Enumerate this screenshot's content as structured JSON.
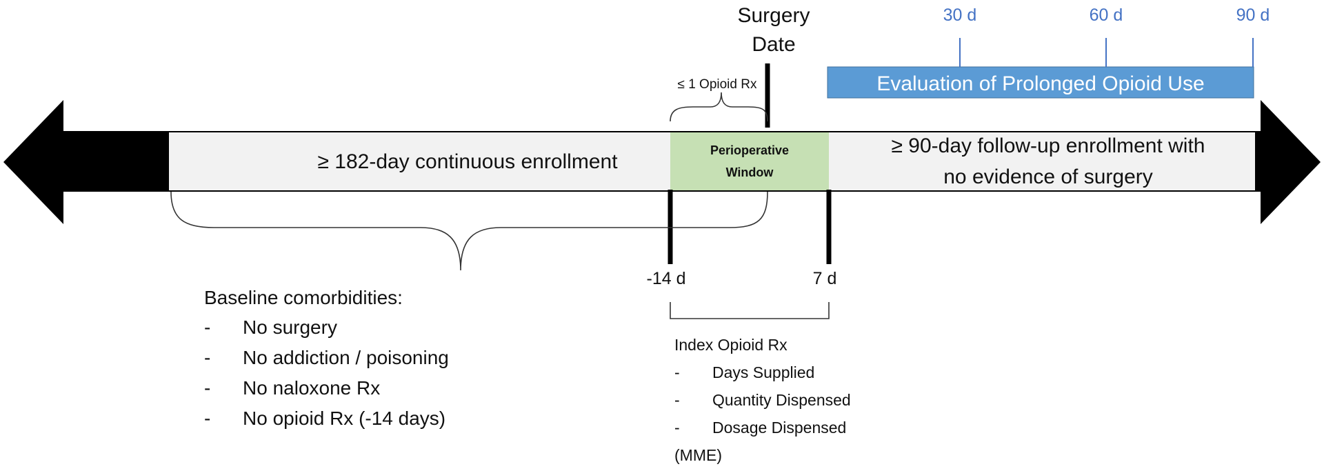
{
  "surgery": {
    "line1": "Surgery",
    "line2": "Date"
  },
  "opioid_limit": "≤ 1 Opioid Rx",
  "enrollment_text": "≥ 182-day continuous enrollment",
  "perioperative": {
    "line1": "Perioperative",
    "line2": "Window"
  },
  "followup": {
    "line1": "≥ 90-day follow-up enrollment with",
    "line2": "no evidence of surgery"
  },
  "evaluation": {
    "label": "Evaluation of  Prolonged Opioid Use",
    "ticks": [
      "30 d",
      "60 d",
      "90 d"
    ]
  },
  "markers": {
    "minus14": "-14 d",
    "plus7": "7 d"
  },
  "baseline": {
    "title": "Baseline comorbidities:",
    "items": [
      "No surgery",
      "No addiction / poisoning",
      "No naloxone Rx",
      "No opioid Rx (-14 days)"
    ]
  },
  "index": {
    "title": "Index Opioid Rx",
    "items": [
      "Days Supplied",
      "Quantity Dispensed",
      "Dosage Dispensed",
      "(MME)"
    ]
  },
  "colors": {
    "arrow": "#000000",
    "band": "#f2f2f2",
    "perioperative": "#c6e0b4",
    "evaluation": "#5b9bd5",
    "tick_text": "#4472c4"
  }
}
